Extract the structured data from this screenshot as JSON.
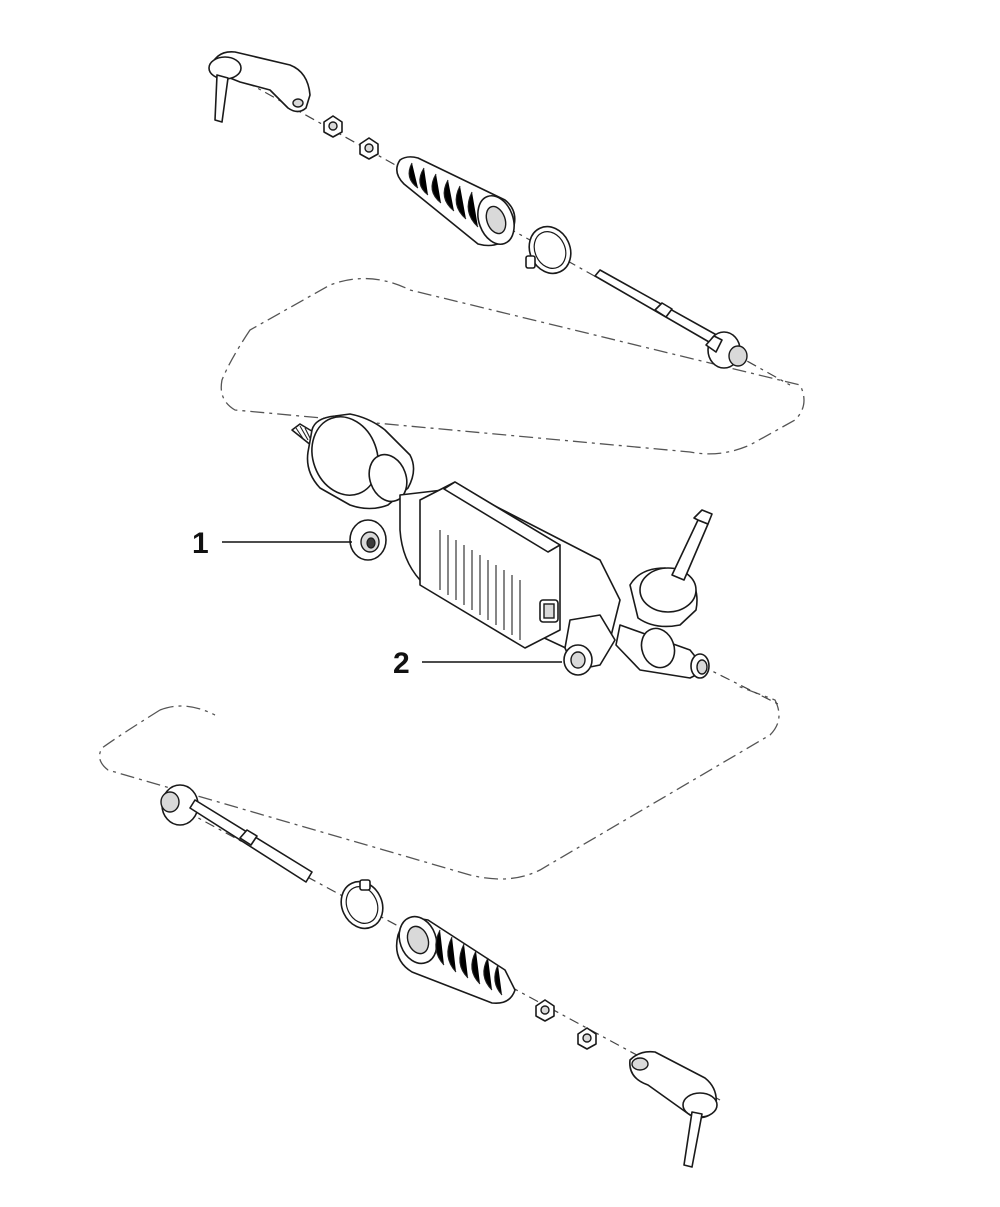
{
  "callouts": [
    {
      "id": "1",
      "label": "1"
    },
    {
      "id": "2",
      "label": "2"
    }
  ],
  "colors": {
    "line": "#1a1a1a",
    "background": "#ffffff",
    "label": "#111111"
  }
}
